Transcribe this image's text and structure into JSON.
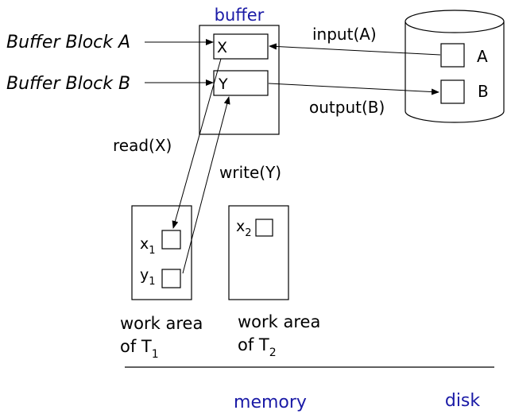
{
  "buffer": {
    "title": "buffer",
    "block_a_label": "Buffer Block A",
    "block_b_label": "Buffer Block B",
    "cell_x": "X",
    "cell_y": "Y"
  },
  "disk": {
    "cell_a": "A",
    "cell_b": "B",
    "label": "disk"
  },
  "operations": {
    "input": "input(A)",
    "output": "output(B)",
    "read": "read(X)",
    "write": "write(Y)"
  },
  "work_areas": {
    "t1": {
      "x": "x",
      "x_sub": "1",
      "y": "y",
      "y_sub": "1",
      "caption_line1": "work area",
      "caption_line2_prefix": "of T",
      "caption_sub": "1"
    },
    "t2": {
      "x": "x",
      "x_sub": "2",
      "caption_line1": "work area",
      "caption_line2_prefix": "of T",
      "caption_sub": "2"
    }
  },
  "memory_label": "memory",
  "colors": {
    "accent": "#1a1aa6",
    "stroke": "#000000"
  }
}
